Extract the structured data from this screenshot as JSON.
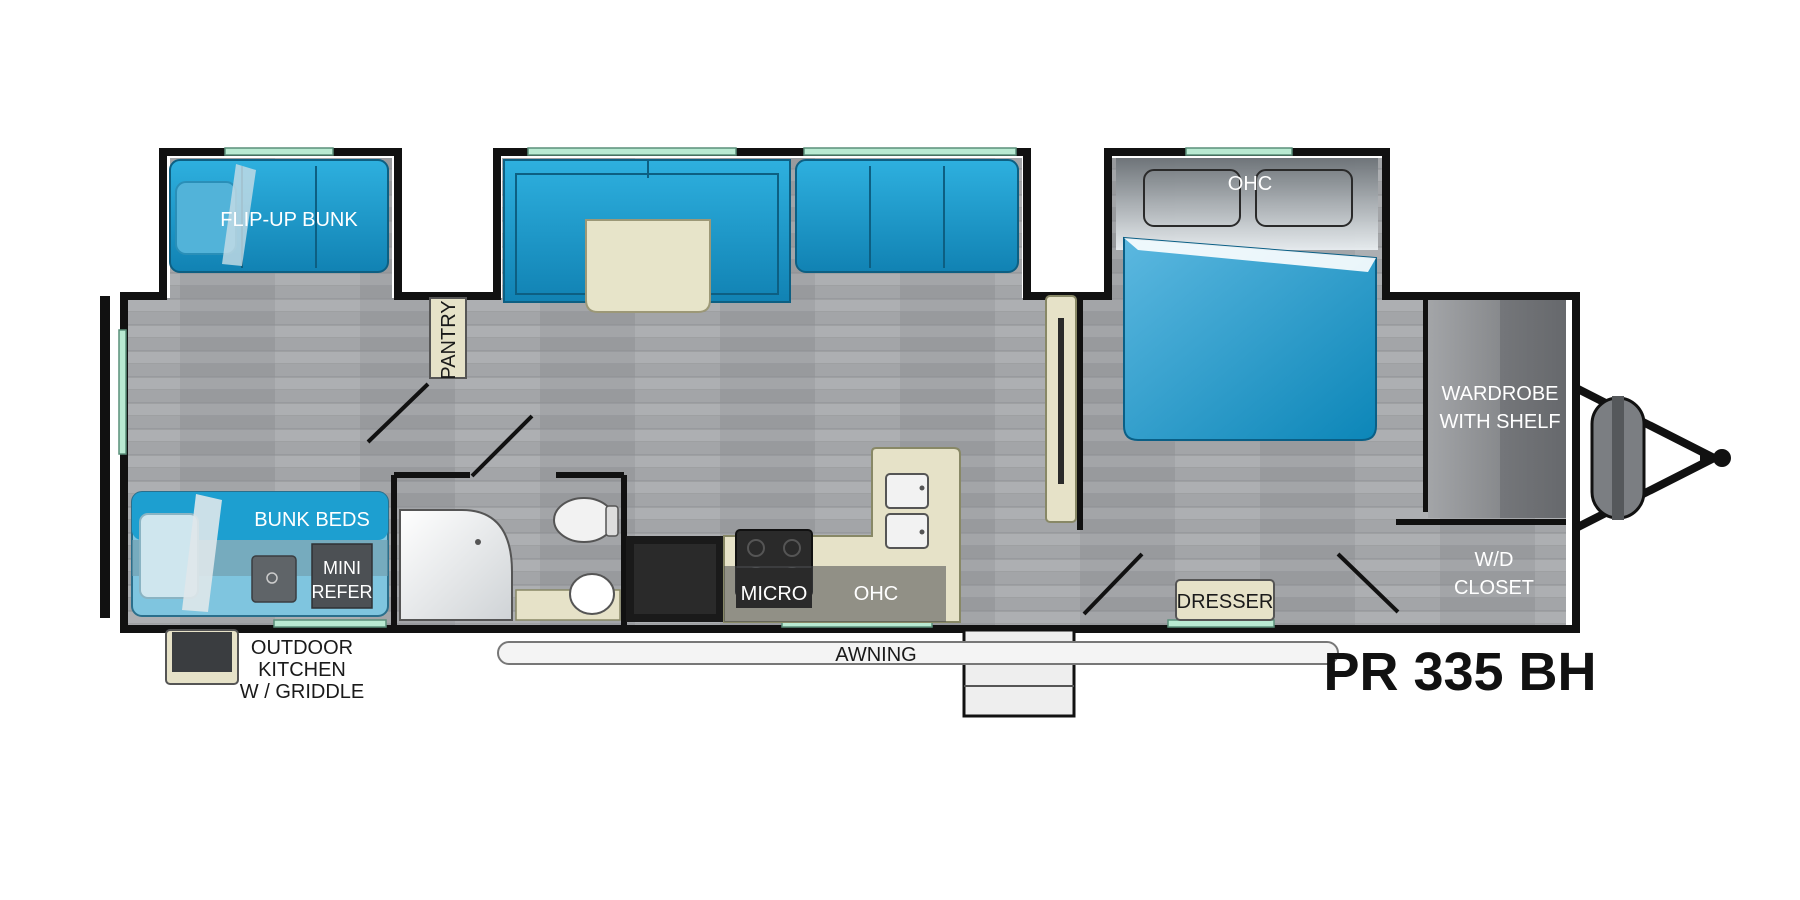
{
  "model_name": "PR 335 BH",
  "labels": {
    "flip_up_bunk": "FLIP-UP BUNK",
    "pantry": "PANTRY",
    "bunk_beds": "BUNK BEDS",
    "mini_refer_1": "MINI",
    "mini_refer_2": "REFER",
    "outdoor_kitchen_1": "OUTDOOR",
    "outdoor_kitchen_2": "KITCHEN",
    "outdoor_kitchen_3": "W / GRIDDLE",
    "micro": "MICRO",
    "ohc_kitchen": "OHC",
    "ohc_bedroom": "OHC",
    "awning": "AWNING",
    "dresser": "DRESSER",
    "wardrobe_1": "WARDROBE",
    "wardrobe_2": "WITH SHELF",
    "wd_closet_1": "W/D",
    "wd_closet_2": "CLOSET"
  },
  "colors": {
    "wall": "#111111",
    "floor": "#9ea0a3",
    "blue": "#1d9fd0",
    "cream": "#e6e2c8",
    "window": "#a8e0c8"
  }
}
